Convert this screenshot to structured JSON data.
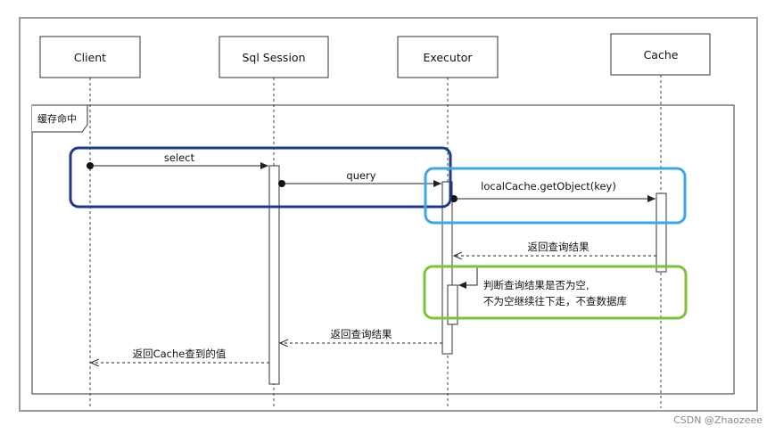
{
  "participants": {
    "client": "Client",
    "sql_session": "Sql Session",
    "executor": "Executor",
    "cache": "Cache"
  },
  "frame_label": "缓存命中",
  "messages": {
    "select": "select",
    "query": "query",
    "get_object": "localCache.getObject(key)",
    "cache_return": "返回查询结果",
    "self_check_line1": "判断查询结果是否为空,",
    "self_check_line2": "不为空继续往下走，不查数据库",
    "executor_return": "返回查询结果",
    "session_return": "返回Cache查到的值"
  },
  "highlight_colors": {
    "client_session": "#1f3a8a",
    "executor_cache": "#3ea6e8",
    "self_check": "#7ec23a"
  },
  "watermark": "CSDN @Zhaozeee"
}
